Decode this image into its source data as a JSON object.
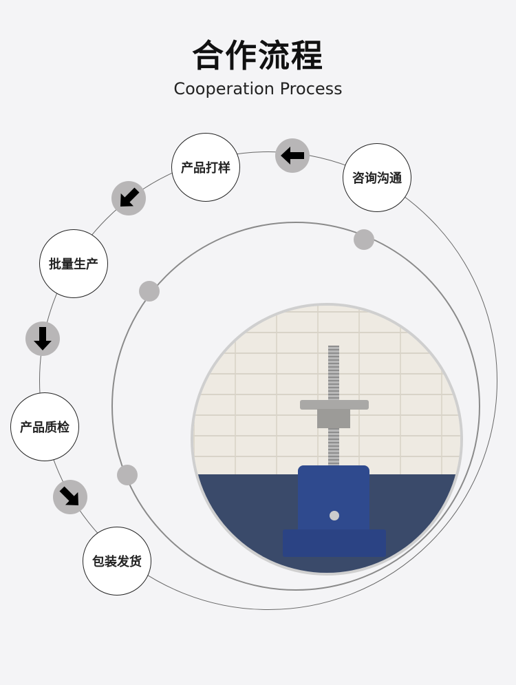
{
  "header": {
    "title": "合作流程",
    "subtitle": "Cooperation Process"
  },
  "steps": [
    {
      "label": "咨询沟通"
    },
    {
      "label": "产品打样"
    },
    {
      "label": "批量生产"
    },
    {
      "label": "产品质检"
    },
    {
      "label": "包装发货"
    }
  ],
  "arrows": [
    "arrow-left-icon",
    "arrow-down-left-icon",
    "arrow-down-icon",
    "arrow-down-right-icon"
  ],
  "colors": {
    "background": "#f4f4f6",
    "badge": "#b8b6b7",
    "floor": "#3a4a6a",
    "jack": "#2f4a8e"
  }
}
